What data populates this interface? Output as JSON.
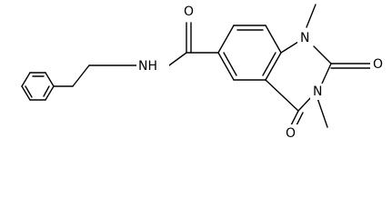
{
  "molecule": {
    "labels": {
      "amide_oxygen": "O",
      "amide_nitrogen": "NH",
      "ring_nitrogen_1": "N",
      "ring_nitrogen_3": "N",
      "carbonyl_oxygen_2": "O",
      "carbonyl_oxygen_4": "O"
    }
  },
  "colors": {
    "bond": "#000000",
    "background": "#ffffff"
  }
}
